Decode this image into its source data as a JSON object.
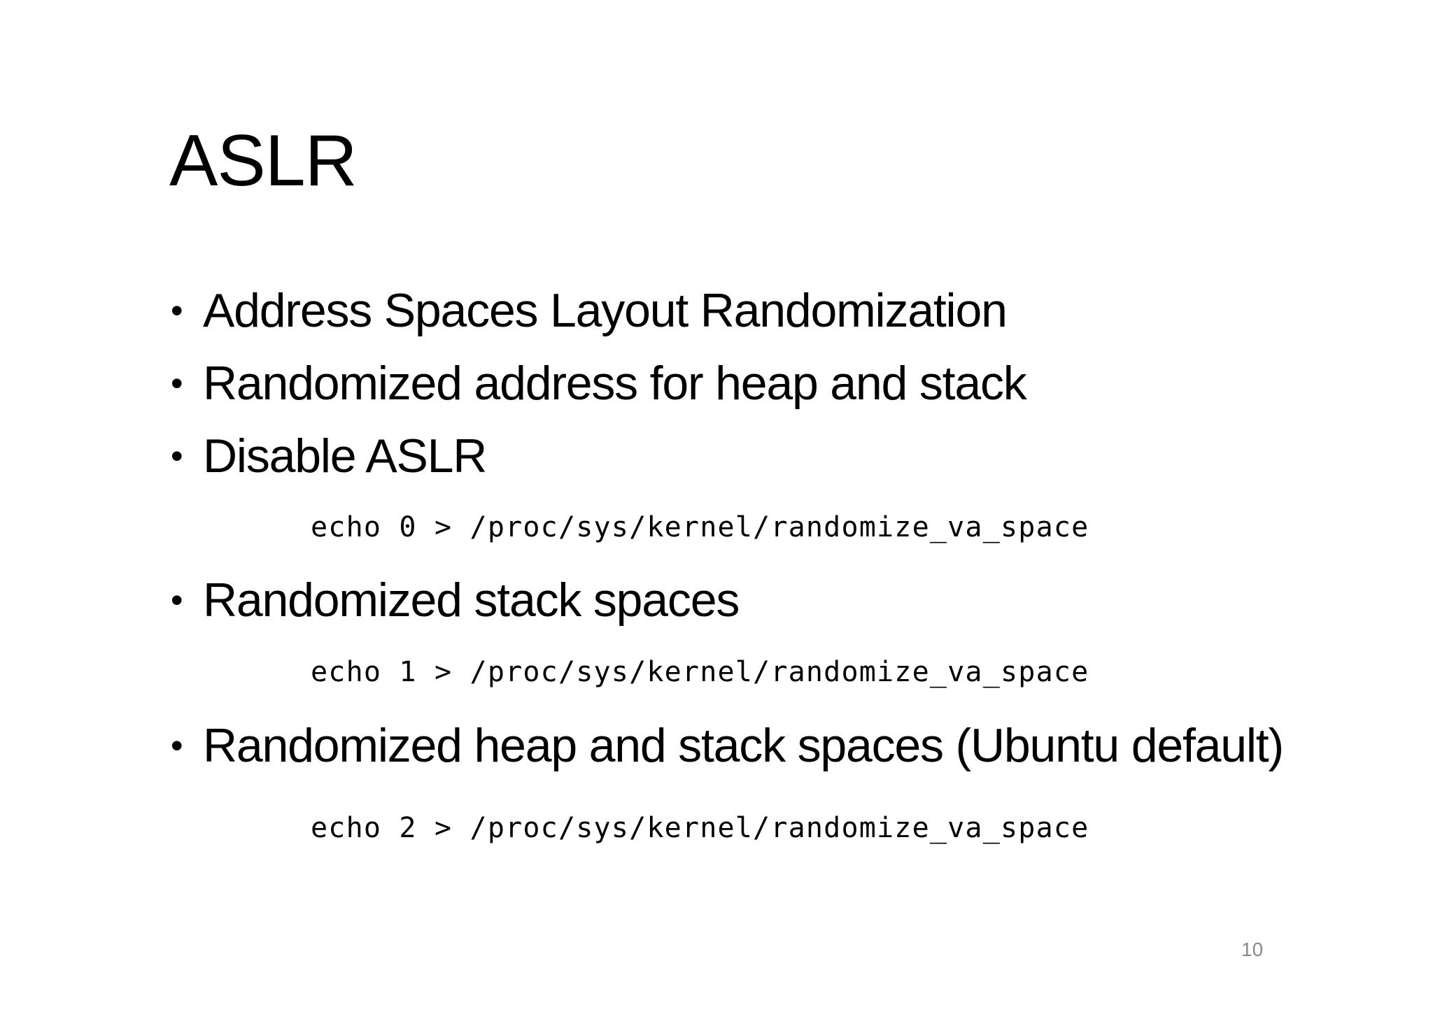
{
  "slide": {
    "title": "ASLR",
    "bullets": [
      "Address Spaces Layout Randomization",
      "Randomized address for heap and stack",
      "Disable ASLR",
      "Randomized stack spaces",
      "Randomized heap and stack spaces (Ubuntu default)"
    ],
    "code": [
      "echo 0 > /proc/sys/kernel/randomize_va_space",
      "echo 1 > /proc/sys/kernel/randomize_va_space",
      "echo 2 > /proc/sys/kernel/randomize_va_space"
    ],
    "bullet_glyph": "•",
    "page_number": "10"
  }
}
